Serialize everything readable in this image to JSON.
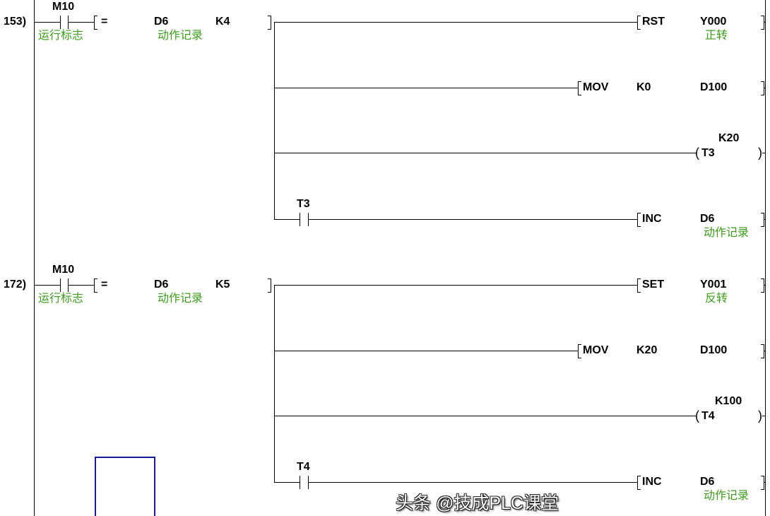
{
  "rungs": [
    {
      "step": "153)",
      "contact": {
        "device": "M10",
        "comment": "运行标志"
      },
      "compare": {
        "op": "=",
        "s1": "D6",
        "s1_comment": "动作记录",
        "s2": "K4"
      },
      "outputs": [
        {
          "kind": "func",
          "op": "RST",
          "arg1": "Y000",
          "arg1_comment": "正转"
        },
        {
          "kind": "func",
          "op": "MOV",
          "arg0": "K0",
          "arg1": "D100"
        },
        {
          "kind": "coil",
          "device": "T3",
          "setting": "K20"
        },
        {
          "kind": "func",
          "contact": "T3",
          "op": "INC",
          "arg1": "D6",
          "arg1_comment": "动作记录"
        }
      ]
    },
    {
      "step": "172)",
      "contact": {
        "device": "M10",
        "comment": "运行标志"
      },
      "compare": {
        "op": "=",
        "s1": "D6",
        "s1_comment": "动作记录",
        "s2": "K5"
      },
      "outputs": [
        {
          "kind": "func",
          "op": "SET",
          "arg1": "Y001",
          "arg1_comment": "反转"
        },
        {
          "kind": "func",
          "op": "MOV",
          "arg0": "K20",
          "arg1": "D100"
        },
        {
          "kind": "coil",
          "device": "T4",
          "setting": "K100"
        },
        {
          "kind": "func",
          "contact": "T4",
          "op": "INC",
          "arg1": "D6",
          "arg1_comment": "动作记录"
        }
      ]
    }
  ],
  "watermark": "头条 @技成PLC课堂",
  "colors": {
    "comment": "#3c9c1c",
    "selection": "#1a1a9a"
  }
}
